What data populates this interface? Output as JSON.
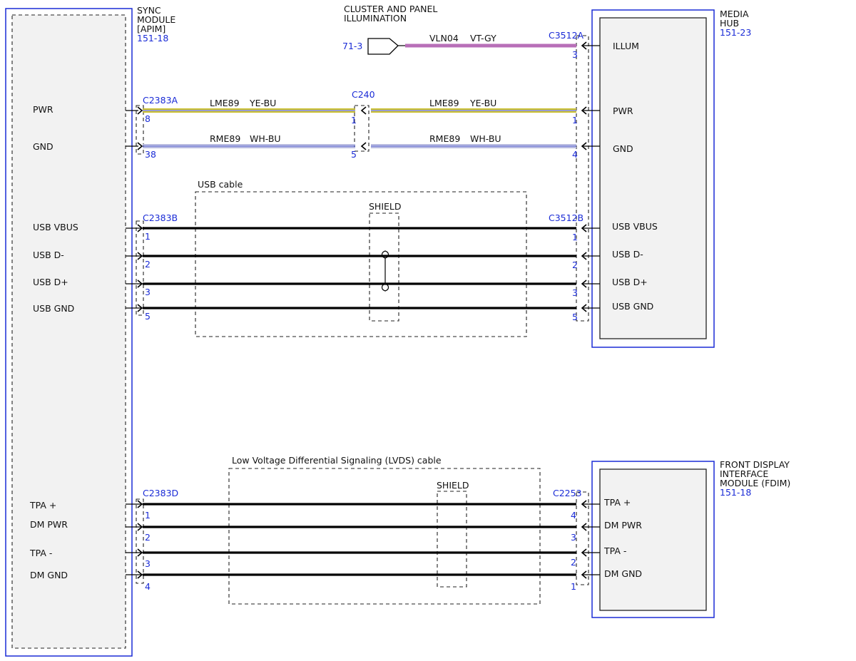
{
  "modules": {
    "sync": {
      "title_lines": [
        "SYNC",
        "MODULE",
        "[APIM]"
      ],
      "ref": "151-18"
    },
    "media_hub": {
      "title_lines": [
        "MEDIA",
        "HUB"
      ],
      "ref": "151-23"
    },
    "fdim": {
      "title_lines": [
        "FRONT DISPLAY",
        "INTERFACE",
        "MODULE (FDIM)"
      ],
      "ref": "151-18"
    }
  },
  "cluster_illumination": {
    "title_lines": [
      "CLUSTER AND PANEL",
      "ILLUMINATION"
    ],
    "ref": "71-3",
    "circuit": "VLN04",
    "color": "VT-GY",
    "wire_color": "#b86fb8",
    "connector": "C3512A",
    "pin": "3",
    "pin_label": "ILLUM"
  },
  "power_wires": {
    "left_connector": "C2383A",
    "inline_connector": "C240",
    "right_connector": "C3512A",
    "wires": [
      {
        "left_label": "PWR",
        "right_label": "PWR",
        "circuit": "LME89",
        "color": "YE-BU",
        "left_pin": "8",
        "inline_pin": "1",
        "right_pin": "1",
        "wire_colors": [
          "#c9bf2e",
          "#5a5fb8"
        ]
      },
      {
        "left_label": "GND",
        "right_label": "GND",
        "circuit": "RME89",
        "color": "WH-BU",
        "left_pin": "38",
        "inline_pin": "5",
        "right_pin": "4",
        "wire_colors": [
          "#b9bce0",
          "#4a55c8"
        ]
      }
    ]
  },
  "usb_cable": {
    "label": "USB cable",
    "shield": "SHIELD",
    "left_connector": "C2383B",
    "right_connector": "C3512B",
    "wires": [
      {
        "left_label": "USB VBUS",
        "right_label": "USB VBUS",
        "left_pin": "1",
        "right_pin": "1"
      },
      {
        "left_label": "USB D-",
        "right_label": "USB D-",
        "left_pin": "2",
        "right_pin": "2"
      },
      {
        "left_label": "USB D+",
        "right_label": "USB D+",
        "left_pin": "3",
        "right_pin": "3"
      },
      {
        "left_label": "USB GND",
        "right_label": "USB GND",
        "left_pin": "5",
        "right_pin": "5"
      }
    ]
  },
  "lvds_cable": {
    "label": "Low Voltage Differential Signaling (LVDS) cable",
    "shield": "SHIELD",
    "left_connector": "C2383D",
    "right_connector": "C2253",
    "wires": [
      {
        "left_label": "TPA +",
        "right_label": "TPA +",
        "left_pin": "1",
        "right_pin": "4"
      },
      {
        "left_label": "DM PWR",
        "right_label": "DM PWR",
        "left_pin": "2",
        "right_pin": "3"
      },
      {
        "left_label": "TPA -",
        "right_label": "TPA -",
        "left_pin": "3",
        "right_pin": "2"
      },
      {
        "left_label": "DM GND",
        "right_label": "DM GND",
        "left_pin": "4",
        "right_pin": "1"
      }
    ]
  }
}
